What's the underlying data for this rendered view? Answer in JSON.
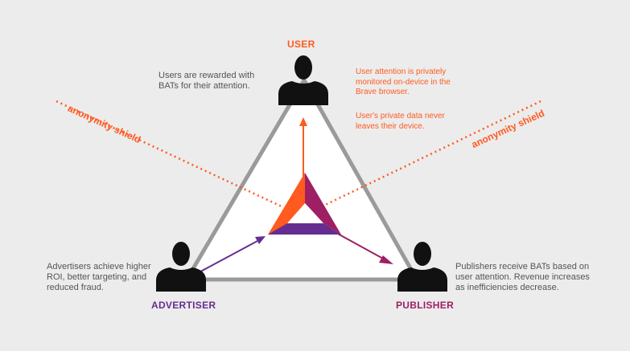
{
  "roles": {
    "user": "USER",
    "advertiser": "ADVERTISER",
    "publisher": "PUBLISHER"
  },
  "shield": {
    "left": "anonymity shield",
    "right": "anonymity shield"
  },
  "descriptions": {
    "user_reward": [
      "Users are rewarded with",
      "BATs for their attention."
    ],
    "user_privacy_1": [
      "User attention is privately",
      "monitored on-device in the",
      "Brave browser."
    ],
    "user_privacy_2": [
      "User's private data never",
      "leaves their device."
    ],
    "advertiser": [
      "Advertisers achieve higher",
      "ROI, better targeting, and",
      "reduced fraud."
    ],
    "publisher": [
      "Publishers receive BATs based on",
      "user attention. Revenue increases",
      "as inefficiencies decrease."
    ]
  },
  "icons": {
    "user": "person-silhouette-icon",
    "advertiser": "person-silhouette-icon",
    "publisher": "person-silhouette-icon",
    "center": "bat-logo-triangle-icon"
  },
  "colors": {
    "background": "#ececec",
    "triangle_fill": "#ffffff",
    "triangle_stroke": "#9a9a9a",
    "orange": "#ff5a1f",
    "purple": "#662d91",
    "magenta": "#9e1f63",
    "text": "#555555",
    "silhouette": "#111111"
  }
}
